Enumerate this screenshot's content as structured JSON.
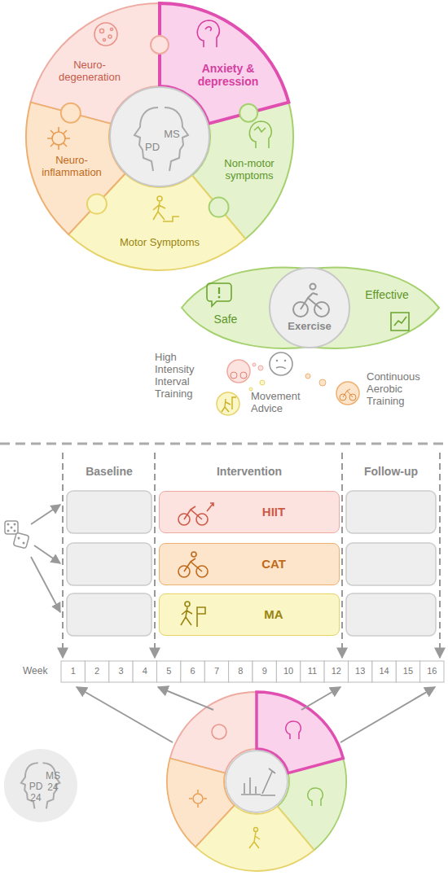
{
  "diagram": {
    "nodes": [
      {
        "text": [
          "PD",
          "MS"
        ]
      },
      {
        "text": [
          "Neuro- degeneration"
        ]
      },
      {
        "text": [
          "Anxiety & depression"
        ]
      },
      {
        "text": [
          "Non-motor symptoms"
        ]
      },
      {
        "text": [
          "Motor Symptoms"
        ]
      },
      {
        "text": [
          "Neuro- inflammation"
        ]
      },
      {
        "text": [
          "Safe"
        ]
      },
      {
        "text": [
          "Exercise"
        ]
      },
      {
        "text": [
          "Effective"
        ]
      },
      {
        "text": [
          "HIIT"
        ]
      },
      {
        "text": [
          "CAT"
        ]
      },
      {
        "text": [
          "MA"
        ]
      },
      {
        "text": [
          "PD",
          "24",
          "MS",
          "24"
        ]
      }
    ],
    "labels": [
      "High Intensity Interval Training",
      "Movement Advice",
      "Continuous Aerobic Training",
      "Baseline",
      "Intervention",
      "Follow-up",
      "Week",
      "1",
      "2",
      "3",
      "4",
      "5",
      "6",
      "7",
      "8",
      "9",
      "10",
      "11",
      "12",
      "13",
      "14",
      "15",
      "16"
    ]
  }
}
